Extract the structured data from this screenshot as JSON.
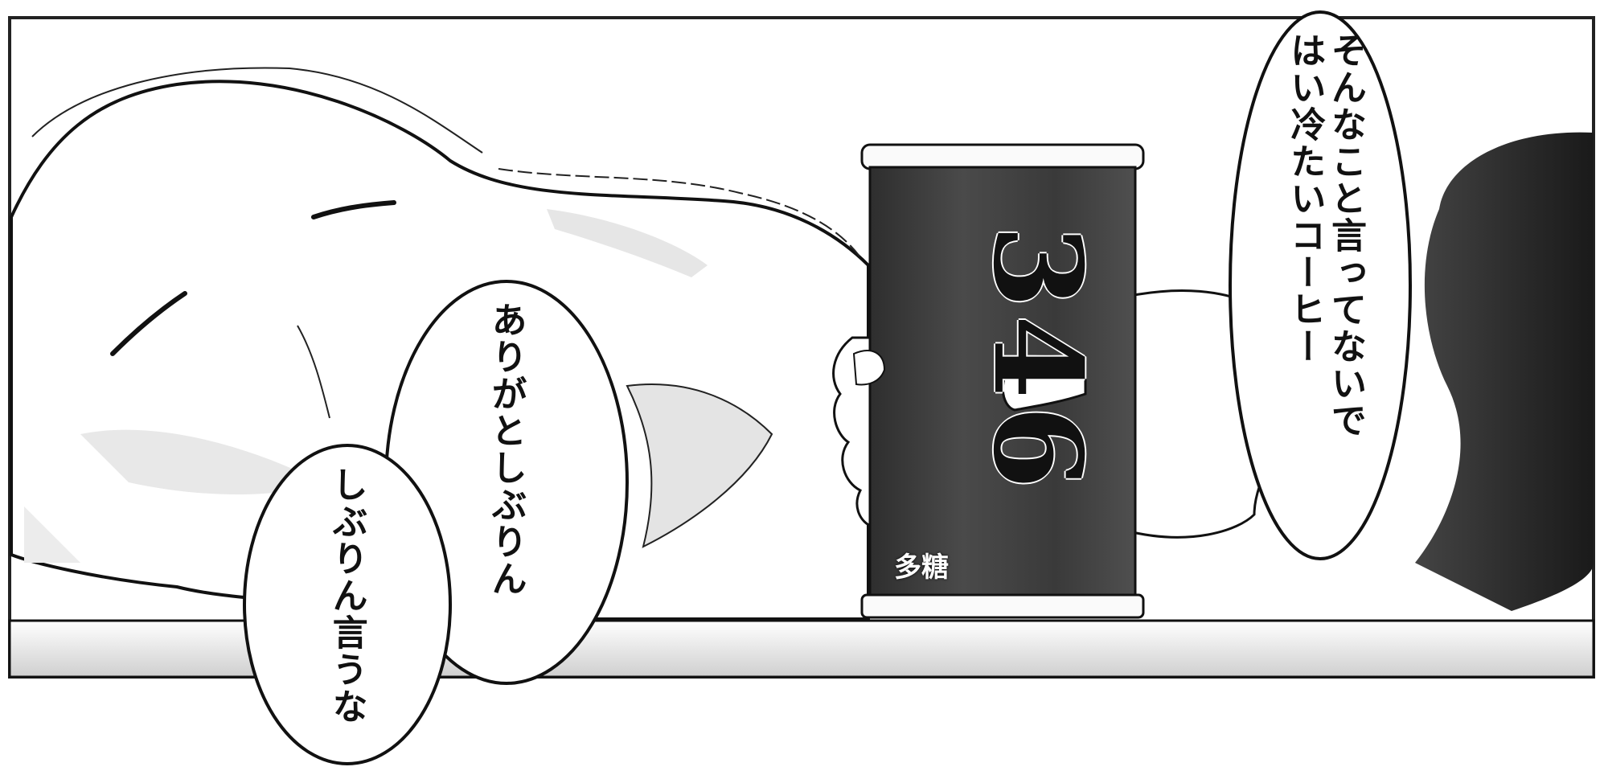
{
  "bubbles": {
    "top_right": {
      "lines": [
        "そんなこと言ってないで",
        "はい冷たいコーヒー"
      ]
    },
    "middle": {
      "lines": [
        "ありがとしぶりん"
      ]
    },
    "bottom_left": {
      "lines": [
        "しぶりん言うな"
      ]
    }
  },
  "can": {
    "number": "346",
    "label": "多糖"
  }
}
